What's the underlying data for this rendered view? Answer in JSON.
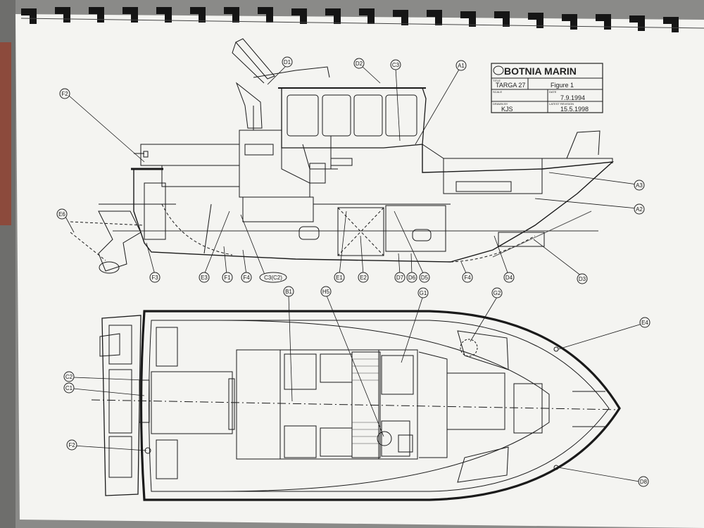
{
  "title_block": {
    "logo": "BOTNIA MARIN",
    "title_caption": "TITLE",
    "title": "TARGA 27",
    "figure": "Figure 1",
    "scale_caption": "SCALE",
    "date_caption": "DATE",
    "date": "7.9.1994",
    "drawn_caption": "DRAWN BY",
    "drawn_by": "KJS",
    "revision_caption": "LATEST REVISION",
    "revision": "15.5.1998"
  },
  "callouts": {
    "D1": "D1",
    "D2": "D2",
    "C3": "C3",
    "A1": "A1",
    "F2": "F2",
    "A3": "A3",
    "A2": "A2",
    "E6": "E6",
    "F3": "F3",
    "E3": "E3",
    "F1": "F1",
    "F4": "F4",
    "C3C2": "C3(C2)",
    "E1": "E1",
    "E2": "E2",
    "D7": "D7",
    "D6": "D6",
    "D5": "D5",
    "F4b": "F4",
    "D4": "D4",
    "D3": "D3",
    "B1": "B1",
    "H5": "H5",
    "G1": "G1",
    "G2": "G2",
    "E4": "E4",
    "C2": "C2",
    "C1": "C1",
    "F2b": "F2",
    "D8": "D8"
  },
  "colors": {
    "paper": "#f4f4f1",
    "ink": "#1a1a1a",
    "binding": "#151515",
    "background": "#8a8a88"
  }
}
